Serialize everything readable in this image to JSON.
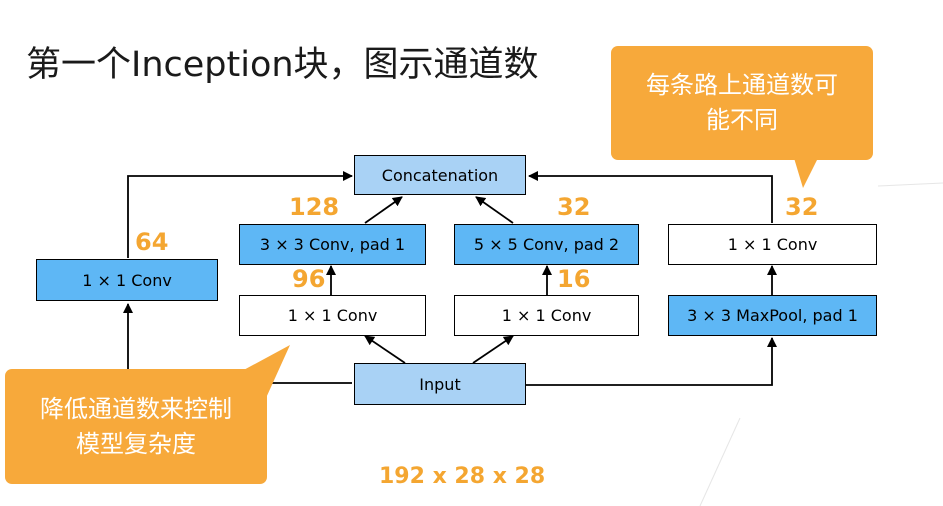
{
  "title": "第一个Inception块，图示通道数",
  "nodes": {
    "concat": "Concatenation",
    "input": "Input",
    "p1_conv1": "1 × 1 Conv",
    "p2_conv1": "1 × 1 Conv",
    "p2_conv3": "3 × 3 Conv, pad 1",
    "p3_conv1": "1 × 1 Conv",
    "p3_conv5": "5 × 5 Conv, pad 2",
    "p4_pool": "3 × 3 MaxPool, pad 1",
    "p4_conv1": "1 × 1 Conv"
  },
  "channels": {
    "p1_out": "64",
    "p2_mid": "96",
    "p2_out": "128",
    "p3_mid": "16",
    "p3_out": "32",
    "p4_out": "32"
  },
  "input_dims": "192 x 28 x 28",
  "callouts": {
    "top_right": [
      "每条路上通道数可",
      "能不同"
    ],
    "bottom_left": [
      "降低通道数来控制",
      "模型复杂度"
    ]
  },
  "colors": {
    "light_blue": "#a9d2f5",
    "blue": "#5eb7f5",
    "orange": "#f4a631",
    "callout": "#f7a93b"
  }
}
